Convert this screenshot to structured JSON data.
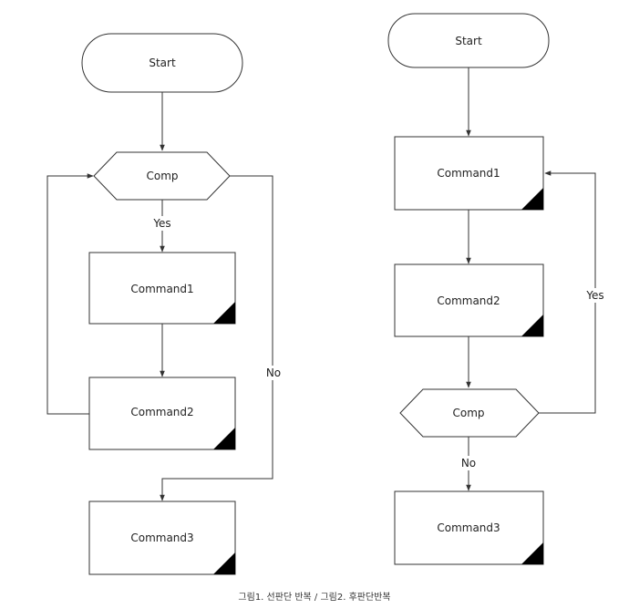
{
  "figure1": {
    "start": "Start",
    "comp": "Comp",
    "yes": "Yes",
    "no": "No",
    "command1": "Command1",
    "command2": "Command2",
    "command3": "Command3"
  },
  "figure2": {
    "start": "Start",
    "command1": "Command1",
    "command2": "Command2",
    "comp": "Comp",
    "yes": "Yes",
    "no": "No",
    "command3": "Command3"
  },
  "caption": "그림1. 선판단 반복 / 그림2. 후판단반복",
  "colors": {
    "stroke": "#333333",
    "fill": "#ffffff",
    "corner": "#000000",
    "text": "#222222"
  }
}
